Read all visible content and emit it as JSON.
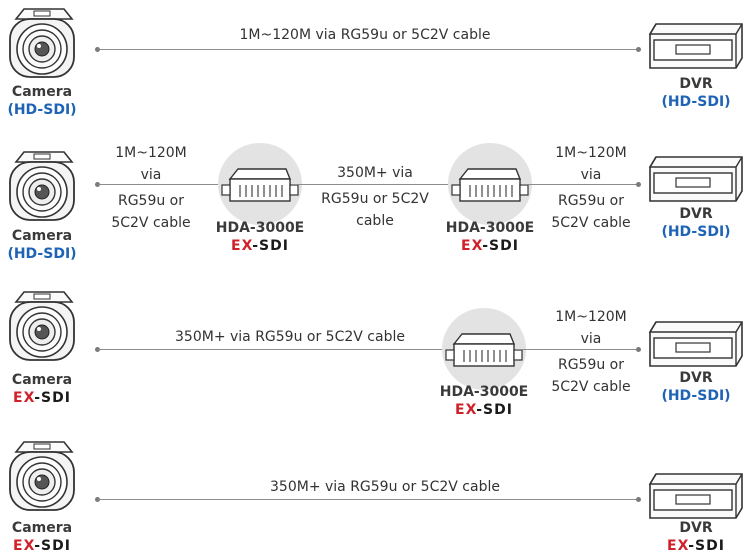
{
  "camera_label": "Camera",
  "dvr_label": "DVR",
  "hd_sdi": "(HD-SDI)",
  "hda_label": "HDA-3000E",
  "ex_sdi": {
    "ex": "EX",
    "sep": "-",
    "sdi": "SDI"
  },
  "rows": [
    {
      "cable": "1M~120M via RG59u or 5C2V cable"
    },
    {
      "cable_left": [
        "1M~120M",
        "via",
        "RG59u or",
        "5C2V cable"
      ],
      "cable_mid": [
        "350M+ via",
        "RG59u or 5C2V",
        "cable"
      ],
      "cable_right": [
        "1M~120M",
        "via",
        "RG59u or",
        "5C2V cable"
      ]
    },
    {
      "cable_left": "350M+ via RG59u or 5C2V cable",
      "cable_right": [
        "1M~120M",
        "via",
        "RG59u or",
        "5C2V cable"
      ]
    },
    {
      "cable": "350M+ via RG59u or 5C2V cable"
    }
  ],
  "colors": {
    "hd_sdi_blue": "#1e63b5",
    "ex_red": "#d0202a",
    "wire_gray": "#8c8c8c"
  },
  "icons": [
    "camera-icon",
    "dvr-icon",
    "hda-3000e-device-icon"
  ]
}
